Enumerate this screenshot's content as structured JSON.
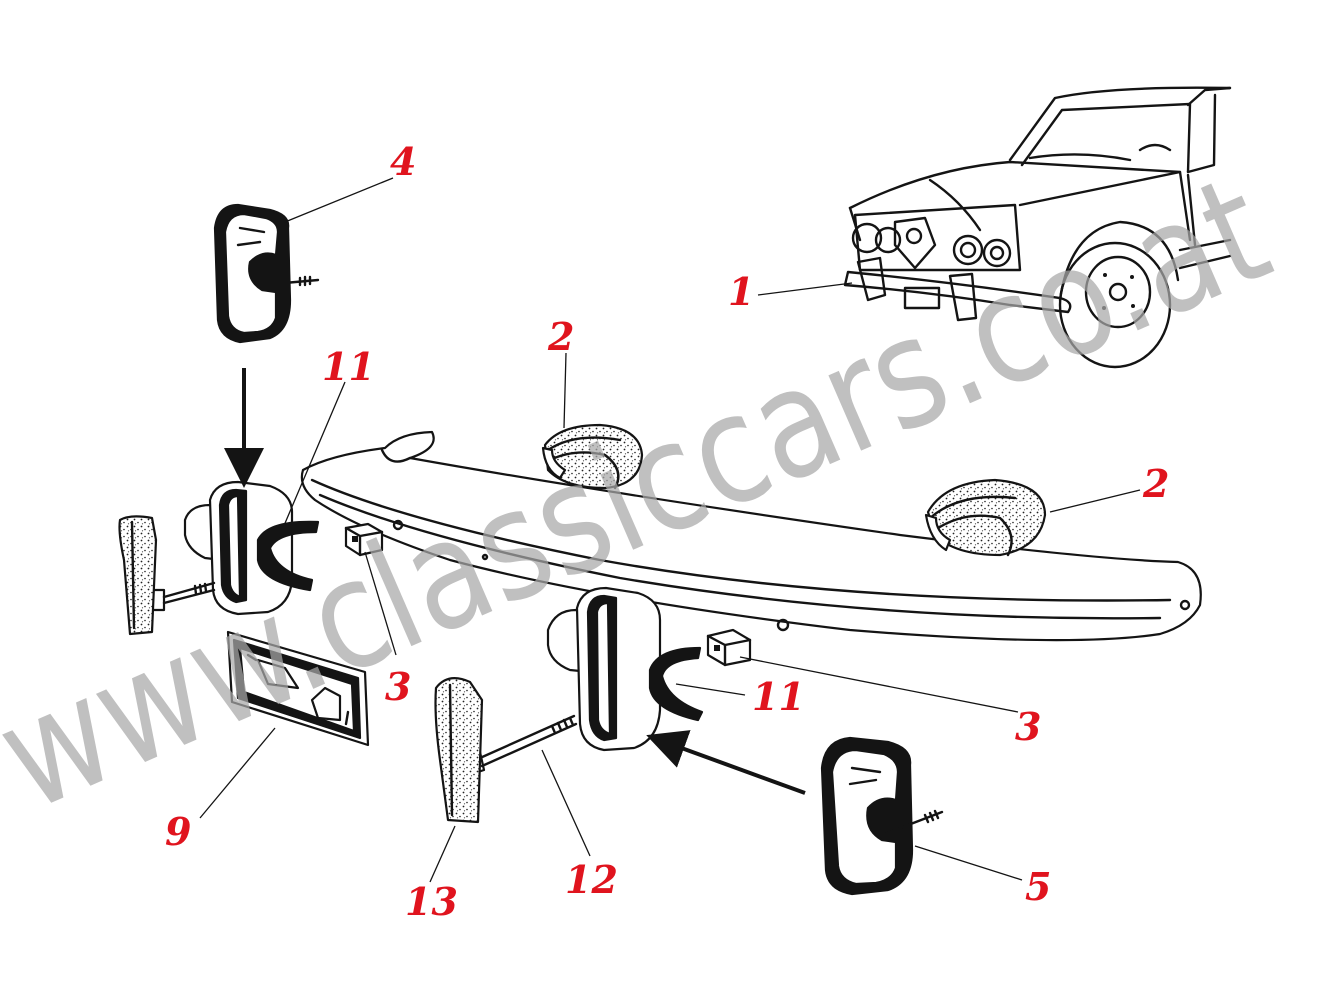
{
  "diagram": {
    "watermark_text": "www.classiccars.co.at",
    "callout_color": "#e0141e",
    "ink_color": "#141414",
    "callouts": [
      {
        "id": "c1",
        "label": "1"
      },
      {
        "id": "c2a",
        "label": "2"
      },
      {
        "id": "c2b",
        "label": "2"
      },
      {
        "id": "c3a",
        "label": "3"
      },
      {
        "id": "c3b",
        "label": "3"
      },
      {
        "id": "c4",
        "label": "4"
      },
      {
        "id": "c5",
        "label": "5"
      },
      {
        "id": "c9",
        "label": "9"
      },
      {
        "id": "c11a",
        "label": "11"
      },
      {
        "id": "c11b",
        "label": "11"
      },
      {
        "id": "c12",
        "label": "12"
      },
      {
        "id": "c13",
        "label": "13"
      }
    ],
    "parts": [
      {
        "name": "car-front-view-icon"
      },
      {
        "name": "bumper-bar-icon"
      },
      {
        "name": "overrider-rubber-icon"
      },
      {
        "name": "mounting-block-icon"
      },
      {
        "name": "overrider-guard-icon"
      },
      {
        "name": "plate-mount-icon"
      },
      {
        "name": "rubber-strip-icon"
      },
      {
        "name": "bolt-icon"
      },
      {
        "name": "rubber-seal-icon"
      }
    ]
  }
}
